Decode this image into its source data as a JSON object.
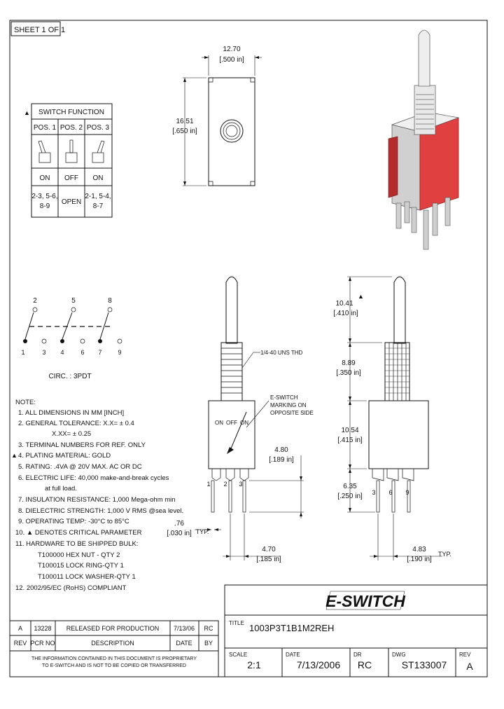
{
  "sheet_label": "SHEET 1 OF 1",
  "switch_function": {
    "title": "SWITCH FUNCTION",
    "headers": [
      "POS. 1",
      "POS. 2",
      "POS. 3"
    ],
    "states": [
      "ON",
      "OFF",
      "ON"
    ],
    "connections": [
      [
        "2-3, 5-6,",
        "8-9"
      ],
      [
        "OPEN"
      ],
      [
        "2-1, 5-4,",
        "8-7"
      ]
    ]
  },
  "circuit": {
    "top_terminals": [
      "2",
      "5",
      "8"
    ],
    "bottom_terminals": [
      "1",
      "3",
      "4",
      "6",
      "7",
      "9"
    ],
    "label": "CIRC. : 3PDT"
  },
  "notes": {
    "heading": "NOTE:",
    "lines": [
      "1. ALL DIMENSIONS IN MM [INCH]",
      "2. GENERAL TOLERANCE: X.X= ± 0.4",
      "X.XX= ± 0.25",
      "3. TERMINAL NUMBERS FOR REF. ONLY",
      "4. PLATING MATERIAL: GOLD",
      "5. RATING: .4VA @ 20V MAX. AC OR DC",
      "6. ELECTRIC LIFE: 40,000 make-and-break cycles",
      "at full load.",
      "7. INSULATION RESISTANCE: 1,000 Mega-ohm min",
      "8. DIELECTRIC STRENGTH: 1,000 V RMS @sea level.",
      "9. OPERATING TEMP: -30°C to 85°C",
      "10. ▲ DENOTES CRITICAL PARAMETER",
      "11. HARDWARE TO BE SHIPPED BULK:",
      "T100000 HEX NUT - QTY 2",
      "T100015 LOCK RING-QTY 1",
      "T100011 LOCK WASHER-QTY 1",
      "12. 2002/95/EC (RoHS) COMPLIANT"
    ]
  },
  "dimensions": {
    "top_width": "12.70",
    "top_width_in": "[.500 in]",
    "top_height": "16.51",
    "top_height_in": "[.650 in]",
    "front_thread": "1/4-40 UNS THD",
    "front_marking": [
      "E-SWITCH",
      "MARKING ON",
      "OPPOSITE SIDE"
    ],
    "body_labels": [
      "ON",
      "OFF",
      "ON"
    ],
    "front_pin_labels": [
      "1",
      "2",
      "3"
    ],
    "front_height": "4.80",
    "front_height_in": "[.189 in]",
    "pin_width": ".76",
    "pin_width_in": "[.030 in]",
    "typ": "TYP.",
    "front_pitch": "4.70",
    "front_pitch_in": "[.185 in]",
    "side_toggle": "10.41",
    "side_toggle_in": "[.410 in]",
    "side_bushing": "8.89",
    "side_bushing_in": "[.350 in]",
    "side_body": "10.54",
    "side_body_in": "[.415 in]",
    "side_pins": "6.35",
    "side_pins_in": "[.250 in]",
    "side_pin_labels": [
      "3",
      "6",
      "9"
    ],
    "side_pitch": "4.83",
    "side_pitch_in": "[.190 in]"
  },
  "title_block": {
    "brand": "E-SWITCH",
    "title_label": "TITLE",
    "title": "1003P3T1B1M2REH",
    "revision_row": [
      "A",
      "13228",
      "RELEASED FOR PRODUCTION",
      "7/13/06",
      "RC"
    ],
    "revision_headers": [
      "REV",
      "PCR NO",
      "DESCRIPTION",
      "DATE",
      "BY"
    ],
    "proprietary": [
      "THE INFORMATION CONTAINED IN THIS DOCUMENT IS PROPRIETARY",
      "TO E-SWITCH AND IS NOT TO BE COPIED OR TRANSFERRED"
    ],
    "fields": [
      {
        "label": "SCALE",
        "value": "2:1"
      },
      {
        "label": "DATE",
        "value": "7/13/2006"
      },
      {
        "label": "DR",
        "value": "RC"
      },
      {
        "label": "DWG",
        "value": "ST133007"
      },
      {
        "label": "REV",
        "value": "A"
      }
    ]
  },
  "colors": {
    "housing_red": "#e04040",
    "housing_dark_red": "#b52a2a"
  }
}
